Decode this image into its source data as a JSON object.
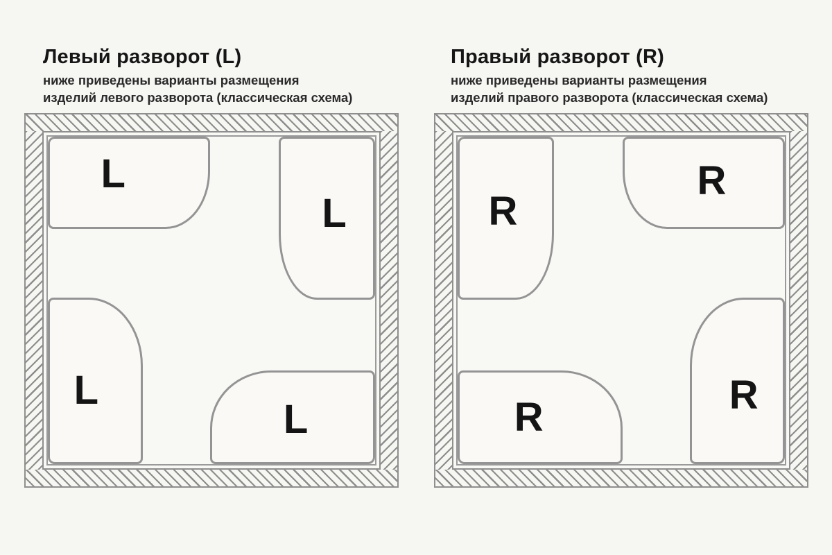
{
  "colors": {
    "line_gray": "#8f8f8f",
    "text_black": "#161616",
    "background": "#f6f6f3"
  },
  "diagrams": [
    {
      "id": "left-spread",
      "title": "Левый разворот (L)",
      "subtitle": [
        "ниже приведены варианты размещения",
        "изделий левого разворота (классическая схема)"
      ],
      "shapes": [
        {
          "position": "top-left",
          "rounded_corner": "bottom-right",
          "label": "L"
        },
        {
          "position": "top-right",
          "rounded_corner": "bottom-left",
          "label": "L"
        },
        {
          "position": "bottom-left",
          "rounded_corner": "top-right",
          "label": "L"
        },
        {
          "position": "bottom-right",
          "rounded_corner": "top-left",
          "label": "L"
        }
      ]
    },
    {
      "id": "right-spread",
      "title": "Правый разворот (R)",
      "subtitle": [
        "ниже приведены варианты размещения",
        "изделий правого разворота (классическая схема)"
      ],
      "shapes": [
        {
          "position": "top-left",
          "rounded_corner": "bottom-right",
          "label": "R"
        },
        {
          "position": "top-right",
          "rounded_corner": "bottom-left",
          "label": "R"
        },
        {
          "position": "bottom-left",
          "rounded_corner": "top-right",
          "label": "R"
        },
        {
          "position": "bottom-right",
          "rounded_corner": "top-left",
          "label": "R"
        }
      ]
    }
  ]
}
